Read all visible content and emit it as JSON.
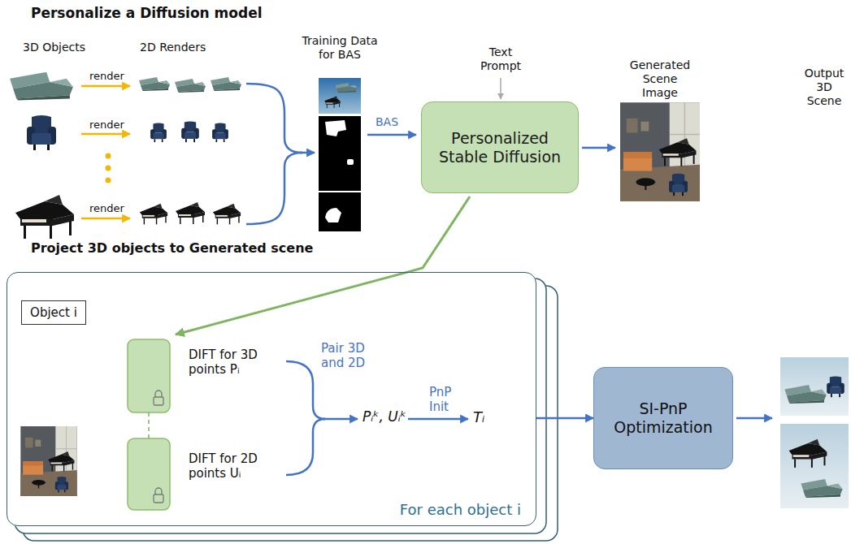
{
  "diagram": {
    "title": "Personalize a Diffusion model",
    "nodes": [
      {
        "text": [
          "Personalized Stable Diffusion"
        ]
      },
      {
        "text": [
          "For each object i"
        ]
      },
      {
        "text": [
          "Object i"
        ],
        "in": 1
      },
      {
        "text": [
          "SI-PnP Optimization"
        ]
      }
    ],
    "edges": [
      {
        "from": 1,
        "to": 3,
        "arrow": "to"
      }
    ],
    "labels": [
      "Project 3D objects to Generated scene",
      "3D Objects",
      "2D Renders",
      "render",
      "render",
      "render",
      "Training Data for BAS",
      "Text Prompt",
      "BAS",
      "Generated Scene Image",
      "DIFT for 3D points Pᵢ",
      "DIFT for 2D points Uᵢ",
      "Pair 3D and 2D",
      "Pᵢᵏ, Uᵢᵏ",
      "PnP Init",
      "Tᵢ",
      "Output 3D Scene"
    ]
  }
}
